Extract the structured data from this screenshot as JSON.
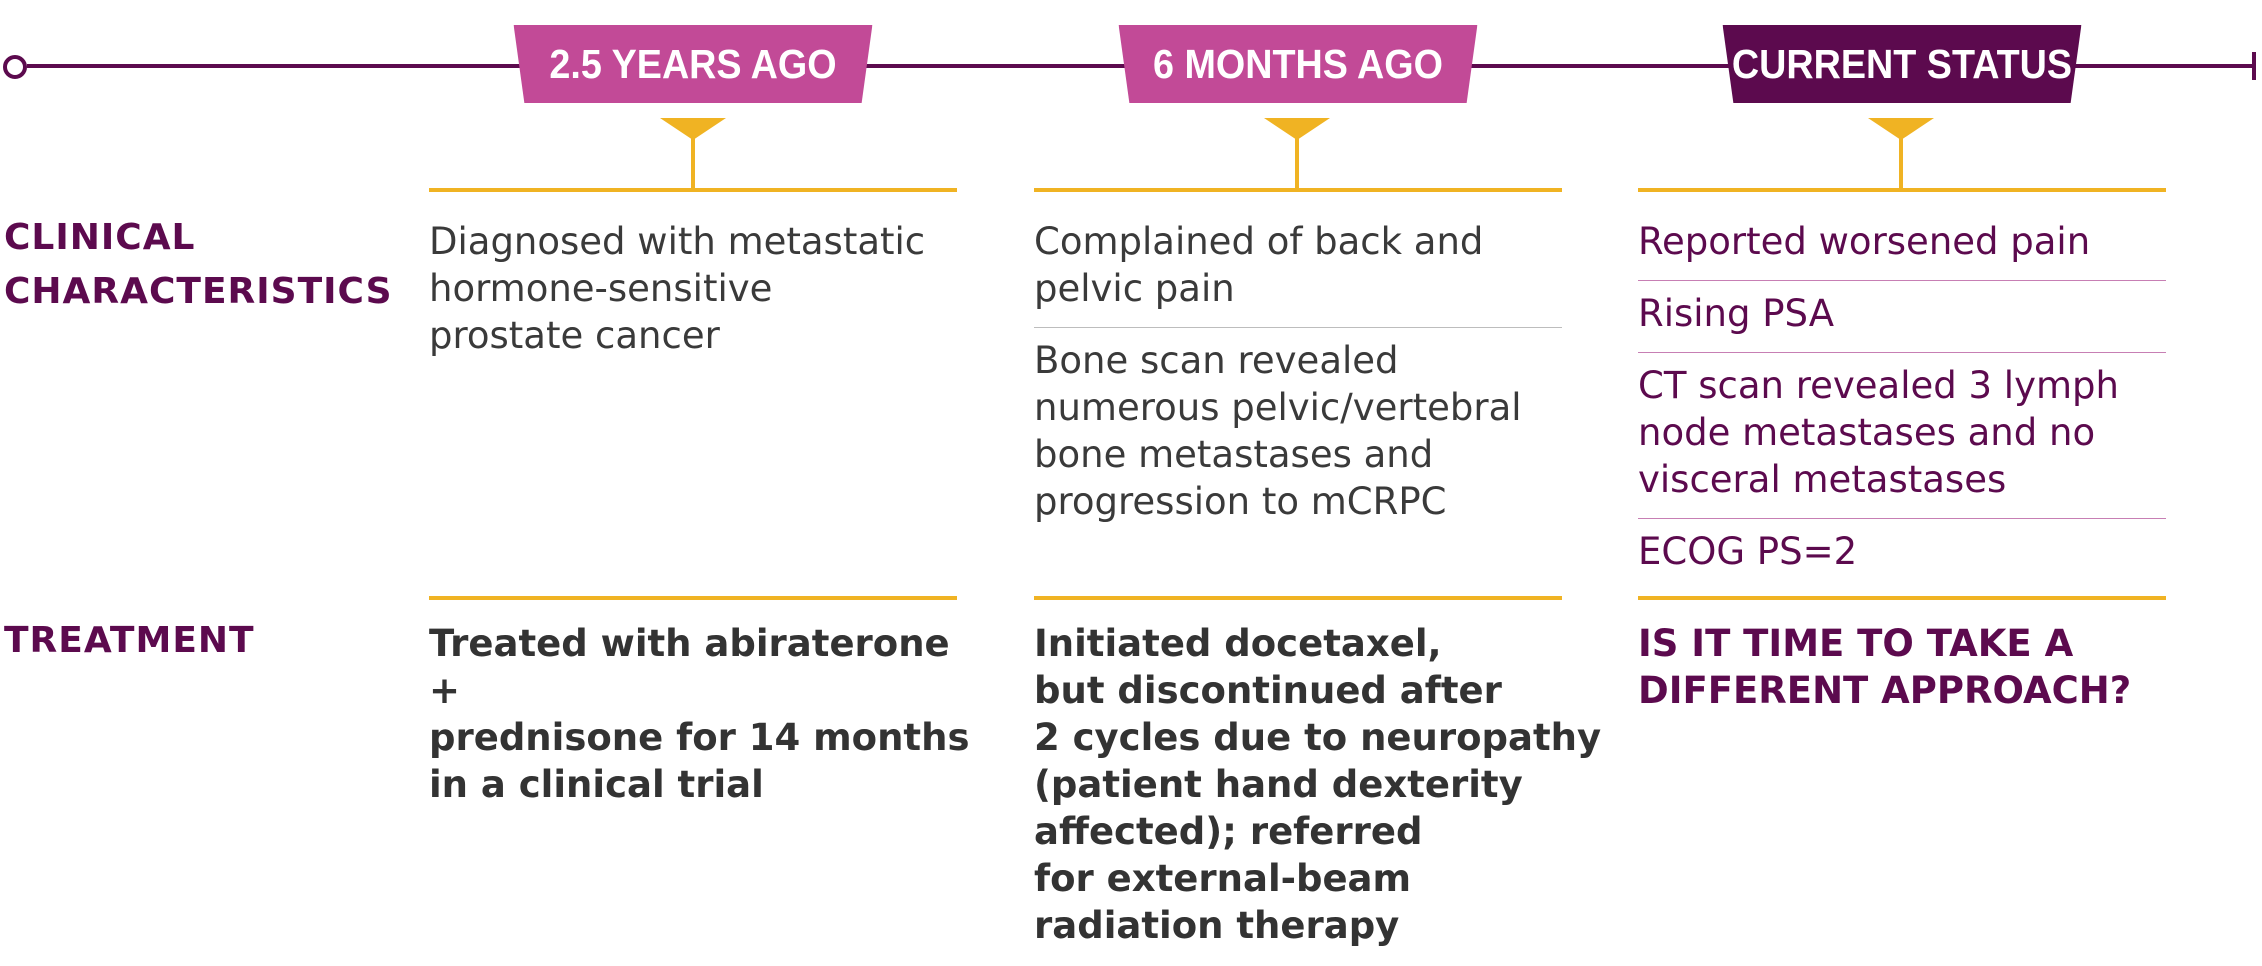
{
  "timeline": {
    "stages": [
      {
        "label": "2.5 YEARS AGO"
      },
      {
        "label": "6 MONTHS AGO"
      },
      {
        "label": "CURRENT STATUS"
      }
    ]
  },
  "rows": {
    "clinical_label": "CLINICAL\nCHARACTERISTICS",
    "treatment_label": "TREATMENT"
  },
  "clinical": {
    "stage1": "Diagnosed with metastatic\nhormone-sensitive\nprostate cancer",
    "stage2": [
      "Complained of back and\npelvic pain",
      "Bone scan revealed\nnumerous pelvic/vertebral\nbone metastases and\nprogression to mCRPC"
    ],
    "stage3": [
      "Reported worsened pain",
      "Rising PSA",
      "CT scan revealed 3 lymph\nnode metastases and no\nvisceral metastases",
      "ECOG PS=2"
    ]
  },
  "treatment": {
    "stage1": "Treated with abiraterone +\nprednisone for 14 months\nin a clinical trial",
    "stage2": "Initiated docetaxel,\nbut discontinued after\n2 cycles due to neuropathy\n(patient hand dexterity\naffected); referred\nfor external-beam\nradiation therapy",
    "stage3": "IS IT TIME TO TAKE A\nDIFFERENT APPROACH?"
  },
  "colors": {
    "accent_pink": "#c24a97",
    "accent_purple": "#5c0a4e",
    "gold": "#f0b323"
  }
}
